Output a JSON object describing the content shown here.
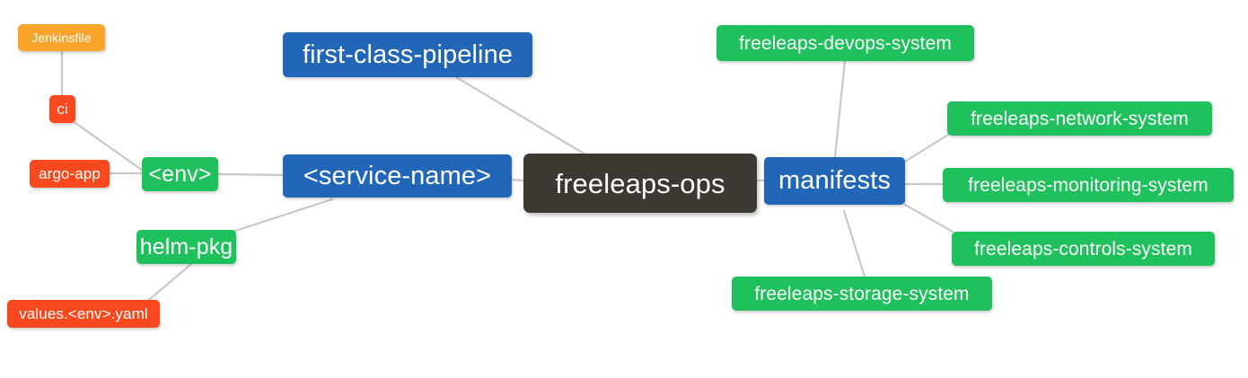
{
  "diagram": {
    "type": "mindmap",
    "title": "freeleaps-ops",
    "background": "#ffffff",
    "palette": {
      "root": "#3e3832",
      "blue": "#2266b8",
      "green": "#1ec15c",
      "orange": "#f9a52b",
      "red": "#f8491e",
      "edge": "#c8c8c8",
      "text": "#ffffff"
    }
  },
  "nodes": {
    "root": {
      "label": "freeleaps-ops"
    },
    "first_class_pipeline": {
      "label": "first-class-pipeline"
    },
    "service_name": {
      "label": "<service-name>"
    },
    "env": {
      "label": "<env>"
    },
    "ci": {
      "label": "ci"
    },
    "jenkinsfile": {
      "label": "Jenkinsfile"
    },
    "argo_app": {
      "label": "argo-app"
    },
    "helm_pkg": {
      "label": "helm-pkg"
    },
    "values_yaml": {
      "label": "values.<env>.yaml"
    },
    "manifests": {
      "label": "manifests"
    },
    "devops_system": {
      "label": "freeleaps-devops-system"
    },
    "network_system": {
      "label": "freeleaps-network-system"
    },
    "monitoring_system": {
      "label": "freeleaps-monitoring-system"
    },
    "controls_system": {
      "label": "freeleaps-controls-system"
    },
    "storage_system": {
      "label": "freeleaps-storage-system"
    }
  },
  "edges": [
    {
      "from": "first_class_pipeline",
      "to": "root"
    },
    {
      "from": "service_name",
      "to": "root"
    },
    {
      "from": "manifests",
      "to": "root"
    },
    {
      "from": "env",
      "to": "service_name"
    },
    {
      "from": "helm_pkg",
      "to": "service_name"
    },
    {
      "from": "ci",
      "to": "env"
    },
    {
      "from": "argo_app",
      "to": "env"
    },
    {
      "from": "jenkinsfile",
      "to": "ci"
    },
    {
      "from": "values_yaml",
      "to": "helm_pkg"
    },
    {
      "from": "devops_system",
      "to": "manifests"
    },
    {
      "from": "network_system",
      "to": "manifests"
    },
    {
      "from": "monitoring_system",
      "to": "manifests"
    },
    {
      "from": "controls_system",
      "to": "manifests"
    },
    {
      "from": "storage_system",
      "to": "manifests"
    }
  ]
}
